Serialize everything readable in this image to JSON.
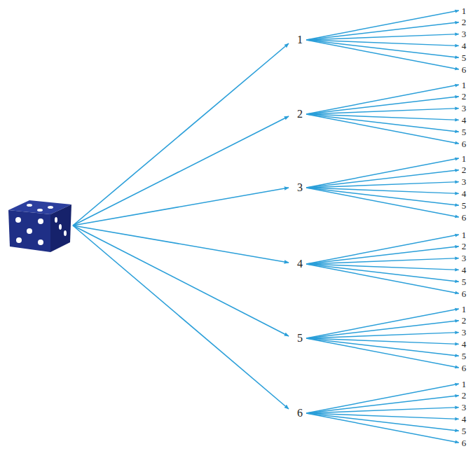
{
  "diagram": {
    "nodes": [
      {
        "text": [
          "1"
        ]
      },
      {
        "text": [
          "1"
        ]
      },
      {
        "text": [
          "2"
        ]
      },
      {
        "text": [
          "3"
        ]
      },
      {
        "text": [
          "4"
        ]
      },
      {
        "text": [
          "5"
        ]
      },
      {
        "text": [
          "6"
        ]
      },
      {
        "text": [
          "2"
        ]
      },
      {
        "text": [
          "1"
        ]
      },
      {
        "text": [
          "2"
        ]
      },
      {
        "text": [
          "3"
        ]
      },
      {
        "text": [
          "4"
        ]
      },
      {
        "text": [
          "5"
        ]
      },
      {
        "text": [
          "6"
        ]
      },
      {
        "text": [
          "3"
        ]
      },
      {
        "text": [
          "1"
        ]
      },
      {
        "text": [
          "2"
        ]
      },
      {
        "text": [
          "3"
        ]
      },
      {
        "text": [
          "4"
        ]
      },
      {
        "text": [
          "5"
        ]
      },
      {
        "text": [
          "6"
        ]
      },
      {
        "text": [
          "4"
        ]
      },
      {
        "text": [
          "1"
        ]
      },
      {
        "text": [
          "2"
        ]
      },
      {
        "text": [
          "3"
        ]
      },
      {
        "text": [
          "4"
        ]
      },
      {
        "text": [
          "5"
        ]
      },
      {
        "text": [
          "6"
        ]
      },
      {
        "text": [
          "5"
        ]
      },
      {
        "text": [
          "1"
        ]
      },
      {
        "text": [
          "2"
        ]
      },
      {
        "text": [
          "3"
        ]
      },
      {
        "text": [
          "4"
        ]
      },
      {
        "text": [
          "5"
        ]
      },
      {
        "text": [
          "6"
        ]
      },
      {
        "text": [
          "6"
        ]
      },
      {
        "text": [
          "1"
        ]
      },
      {
        "text": [
          "2"
        ]
      },
      {
        "text": [
          "3"
        ]
      },
      {
        "text": [
          "4"
        ]
      },
      {
        "text": [
          "5"
        ]
      },
      {
        "text": [
          "6"
        ]
      }
    ],
    "edges": [
      {
        "from": 0,
        "to": 1,
        "arrow": "to"
      },
      {
        "from": 0,
        "to": 2,
        "arrow": "to"
      },
      {
        "from": 0,
        "to": 3,
        "arrow": "to"
      },
      {
        "from": 0,
        "to": 4,
        "arrow": "to"
      },
      {
        "from": 0,
        "to": 5,
        "arrow": "to"
      },
      {
        "from": 0,
        "to": 6,
        "arrow": "to"
      },
      {
        "from": 7,
        "to": 8,
        "arrow": "to"
      },
      {
        "from": 7,
        "to": 9,
        "arrow": "to"
      },
      {
        "from": 7,
        "to": 10,
        "arrow": "to"
      },
      {
        "from": 7,
        "to": 11,
        "arrow": "to"
      },
      {
        "from": 7,
        "to": 12,
        "arrow": "to"
      },
      {
        "from": 7,
        "to": 13,
        "arrow": "to"
      },
      {
        "from": 14,
        "to": 15,
        "arrow": "to"
      },
      {
        "from": 14,
        "to": 16,
        "arrow": "to"
      },
      {
        "from": 14,
        "to": 17,
        "arrow": "to"
      },
      {
        "from": 14,
        "to": 18,
        "arrow": "to"
      },
      {
        "from": 14,
        "to": 19,
        "arrow": "to"
      },
      {
        "from": 14,
        "to": 20,
        "arrow": "to"
      },
      {
        "from": 21,
        "to": 22,
        "arrow": "to"
      },
      {
        "from": 21,
        "to": 23,
        "arrow": "to"
      },
      {
        "from": 21,
        "to": 24,
        "arrow": "to"
      },
      {
        "from": 21,
        "to": 25,
        "arrow": "to"
      },
      {
        "from": 21,
        "to": 26,
        "arrow": "to"
      },
      {
        "from": 21,
        "to": 27,
        "arrow": "to"
      },
      {
        "from": 28,
        "to": 29,
        "arrow": "to"
      },
      {
        "from": 28,
        "to": 30,
        "arrow": "to"
      },
      {
        "from": 28,
        "to": 31,
        "arrow": "to"
      },
      {
        "from": 28,
        "to": 32,
        "arrow": "to"
      },
      {
        "from": 28,
        "to": 33,
        "arrow": "to"
      },
      {
        "from": 28,
        "to": 34,
        "arrow": "to"
      },
      {
        "from": 35,
        "to": 36,
        "arrow": "to"
      },
      {
        "from": 35,
        "to": 37,
        "arrow": "to"
      },
      {
        "from": 35,
        "to": 38,
        "arrow": "to"
      },
      {
        "from": 35,
        "to": 39,
        "arrow": "to"
      },
      {
        "from": 35,
        "to": 40,
        "arrow": "to"
      },
      {
        "from": 35,
        "to": 41,
        "arrow": "to"
      }
    ]
  }
}
